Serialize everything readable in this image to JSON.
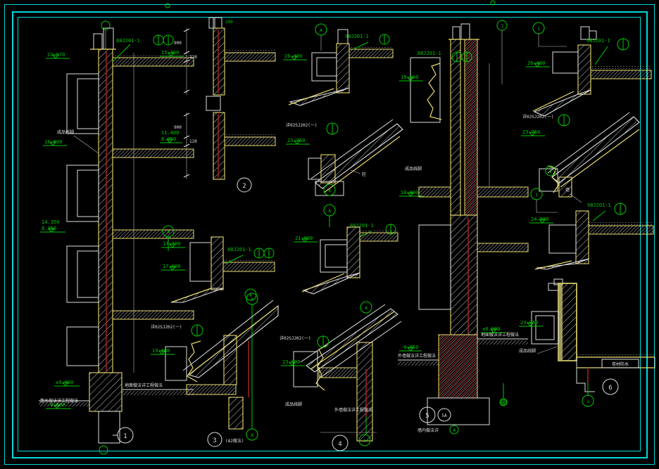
{
  "sheet": {
    "background": "#000000",
    "border_color": "#00d9d9",
    "line_white": "#dedede",
    "line_yellow": "#e8da6e",
    "anno_green": "#00c800",
    "hatch_red": "#9b2222"
  },
  "t": {
    "n1": "1",
    "n2": "2",
    "n3": "3",
    "n3s": "(A2做法)",
    "n4": "4",
    "n5": "5",
    "n5a": "5A",
    "n6": "6",
    "mA": "A",
    "m1": "1",
    "c88": "88J201-1",
    "c98": "98J201-1",
    "c02": "详02SJ202(一)",
    "e1": "22.970",
    "e2": "16.800",
    "e3": "14.350",
    "e4": "8.350",
    "e5": "±0.000",
    "e6": "-0.600",
    "e7": "15.400",
    "e8": "11.400",
    "e9": "8.050",
    "e10": "17.700",
    "e11": "17.000",
    "e12": "19.800",
    "e13": "26.400",
    "e14": "23.760",
    "e15": "24.900",
    "e16": "21.000",
    "e17": "23.000",
    "e18": "10.800",
    "e19": "-0.050",
    "e20": "23.050",
    "d120": "120",
    "d900": "900",
    "d280": "280",
    "zhu": "柱",
    "qiang": "墙",
    "ns": "散水做法详工程做法",
    "nd": "地面做法详工程做法",
    "nw": "外墙做法详工程做法",
    "nc": "成品线脚",
    "nq": "墙内做法详",
    "nj": "卷材防水"
  }
}
